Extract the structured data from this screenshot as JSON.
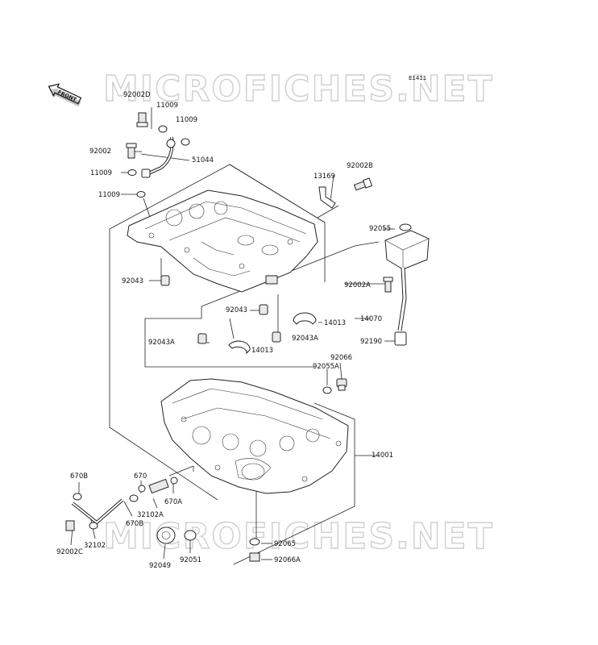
{
  "watermark": "MICROFICHES.NET",
  "diagram_code": "E1411",
  "front_label": "FRONT",
  "parts": [
    {
      "id": "p-92002D",
      "label": "92002D"
    },
    {
      "id": "p-11009-a",
      "label": "11009"
    },
    {
      "id": "p-11009-b",
      "label": "11009"
    },
    {
      "id": "p-92002",
      "label": "92002"
    },
    {
      "id": "p-51044",
      "label": "51044"
    },
    {
      "id": "p-11009-c",
      "label": "11009"
    },
    {
      "id": "p-11009-d",
      "label": "11009"
    },
    {
      "id": "p-13169",
      "label": "13169"
    },
    {
      "id": "p-92002B",
      "label": "92002B"
    },
    {
      "id": "p-92055",
      "label": "92055"
    },
    {
      "id": "p-92043-a",
      "label": "92043"
    },
    {
      "id": "p-92002A",
      "label": "92002A"
    },
    {
      "id": "p-92043-b",
      "label": "92043"
    },
    {
      "id": "p-14070",
      "label": "14070"
    },
    {
      "id": "p-14013-a",
      "label": "14013"
    },
    {
      "id": "p-92043A-a",
      "label": "92043A"
    },
    {
      "id": "p-92043A-b",
      "label": "92043A"
    },
    {
      "id": "p-92190",
      "label": "92190"
    },
    {
      "id": "p-14013-b",
      "label": "14013"
    },
    {
      "id": "p-92066",
      "label": "92066"
    },
    {
      "id": "p-92055A",
      "label": "92055A"
    },
    {
      "id": "p-14001",
      "label": "14001"
    },
    {
      "id": "p-670B-a",
      "label": "670B"
    },
    {
      "id": "p-670",
      "label": "670"
    },
    {
      "id": "p-32102A",
      "label": "32102A"
    },
    {
      "id": "p-670A",
      "label": "670A"
    },
    {
      "id": "p-670B-b",
      "label": "670B"
    },
    {
      "id": "p-32102",
      "label": "32102"
    },
    {
      "id": "p-92002C",
      "label": "92002C"
    },
    {
      "id": "p-92049",
      "label": "92049"
    },
    {
      "id": "p-92051",
      "label": "92051"
    },
    {
      "id": "p-92065",
      "label": "92065"
    },
    {
      "id": "p-92066A",
      "label": "92066A"
    }
  ]
}
